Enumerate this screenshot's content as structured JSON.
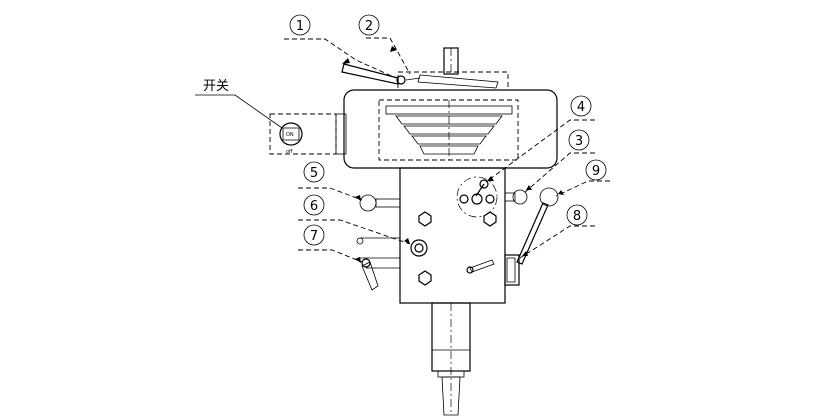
{
  "callouts": [
    {
      "id": "1",
      "text": "1"
    },
    {
      "id": "2",
      "text": "2"
    },
    {
      "id": "3",
      "text": "3"
    },
    {
      "id": "4",
      "text": "4"
    },
    {
      "id": "5",
      "text": "5"
    },
    {
      "id": "6",
      "text": "6"
    },
    {
      "id": "7",
      "text": "7"
    },
    {
      "id": "8",
      "text": "8"
    },
    {
      "id": "9",
      "text": "9"
    }
  ],
  "switch_label": "开关",
  "switch_on": "ON",
  "switch_off": "off"
}
